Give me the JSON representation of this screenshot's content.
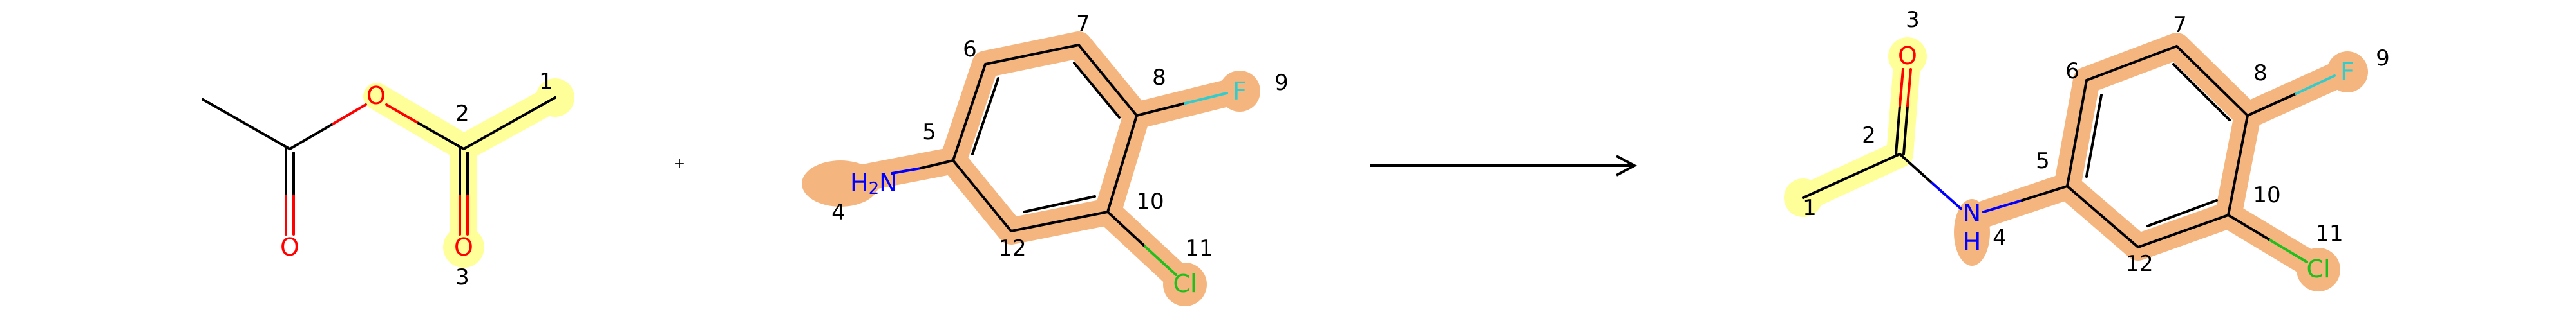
{
  "scheme": {
    "plus_symbol": "+",
    "colors": {
      "bond": "#000000",
      "oxygen": "#ff0000",
      "nitrogen": "#0000ff",
      "fluorine": "#33cccc",
      "chlorine": "#1fbf1f",
      "highlight_yellow": "#ffff99",
      "highlight_orange": "#f5b57f"
    }
  },
  "reactant_acetic_anhydride": {
    "atoms": {
      "O_ester": "O",
      "O_carbonyl_left": "O",
      "O_carbonyl_right": "O"
    },
    "indices": {
      "c1": "1",
      "c2": "2",
      "o3": "3"
    }
  },
  "reactant_aniline": {
    "atoms": {
      "N": "H",
      "N_sub": "2",
      "N_atom": "N",
      "F": "F",
      "Cl": "Cl"
    },
    "indices": {
      "n4": "4",
      "c5": "5",
      "c6": "6",
      "c7": "7",
      "c8": "8",
      "f9": "9",
      "c10": "10",
      "cl11": "11",
      "c12": "12"
    }
  },
  "product_acetanilide": {
    "atoms": {
      "O": "O",
      "N": "N",
      "H": "H",
      "F": "F",
      "Cl": "Cl"
    },
    "indices": {
      "c1": "1",
      "c2": "2",
      "o3": "3",
      "n4": "4",
      "c5": "5",
      "c6": "6",
      "c7": "7",
      "c8": "8",
      "f9": "9",
      "c10": "10",
      "cl11": "11",
      "c12": "12"
    }
  }
}
